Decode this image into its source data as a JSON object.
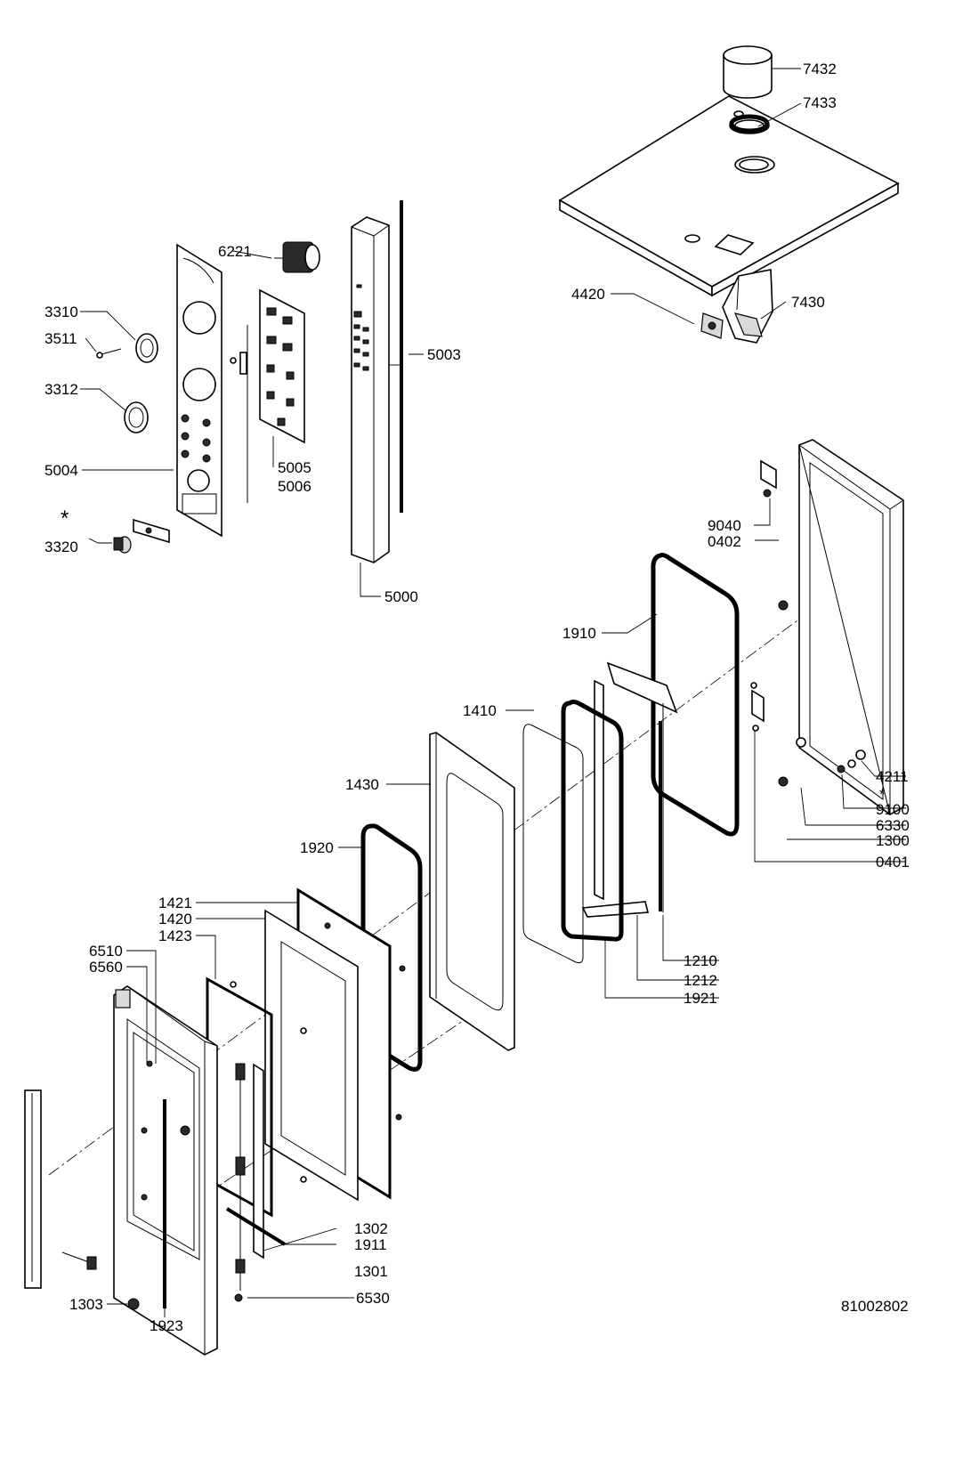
{
  "drawing_number": "81002802",
  "labels": {
    "l7432": "7432",
    "l7433": "7433",
    "l4420": "4420",
    "l7430": "7430",
    "l6221": "6221",
    "l3310": "3310",
    "l3511": "3511",
    "l3312": "3312",
    "l5004": "5004",
    "l5005": "5005",
    "l5006": "5006",
    "l5003": "5003",
    "l5000": "5000",
    "lstar1": "*",
    "l3320": "3320",
    "l9040": "9040",
    "l0402": "0402",
    "l1910": "1910",
    "l1410": "1410",
    "l1430": "1430",
    "l1920": "1920",
    "l4211": "4211",
    "lstar2": "*",
    "l9100": "9100",
    "l6330": "6330",
    "l1300": "1300",
    "l0401": "0401",
    "l1421": "1421",
    "l1420": "1420",
    "l1423": "1423",
    "l6510": "6510",
    "l6560": "6560",
    "l1210": "1210",
    "l1212": "1212",
    "l1921": "1921",
    "l1302": "1302",
    "l1911": "1911",
    "l1301": "1301",
    "l6530": "6530",
    "l1303": "1303",
    "l1923": "1923"
  }
}
